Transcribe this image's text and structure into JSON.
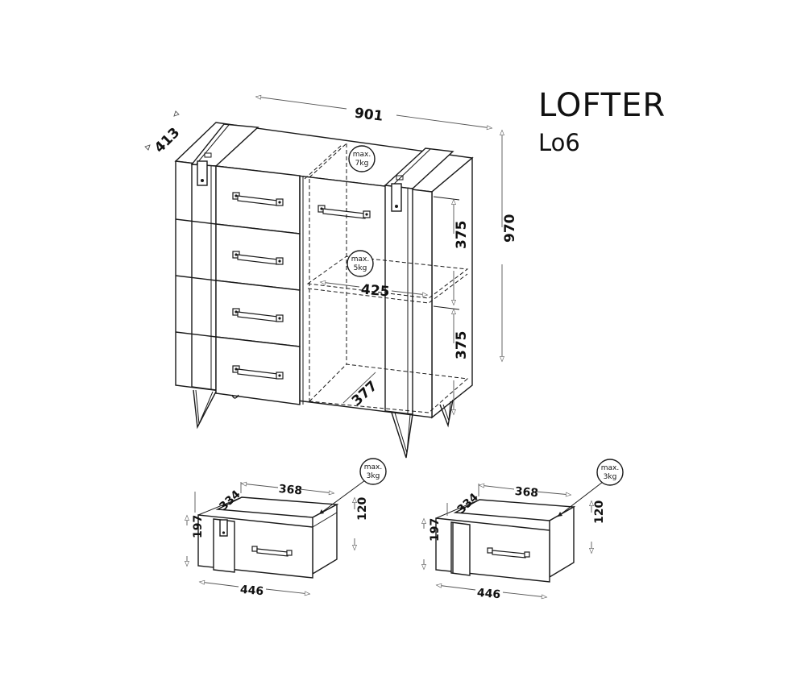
{
  "product": {
    "name": "LOFTER",
    "model": "Lo6"
  },
  "dimensions": {
    "width": "901",
    "depth": "413",
    "height": "970",
    "shelf_width": "425",
    "shelf_depth": "377",
    "compartment_upper_height": "375",
    "compartment_lower_height": "375"
  },
  "loads": {
    "top": {
      "line1": "max.",
      "line2": "7kg"
    },
    "shelf": {
      "line1": "max.",
      "line2": "5kg"
    },
    "drawer_left": {
      "line1": "max.",
      "line2": "3kg"
    },
    "drawer_right": {
      "line1": "max.",
      "line2": "3kg"
    }
  },
  "drawer_left": {
    "depth": "334",
    "inner_width": "368",
    "front_height": "197",
    "box_height": "120",
    "front_width": "446"
  },
  "drawer_right": {
    "depth": "334",
    "inner_width": "368",
    "front_height": "197",
    "box_height": "120",
    "front_width": "446"
  },
  "colors": {
    "line": "#1a1a1a",
    "dimension": "#555555",
    "background": "#ffffff"
  }
}
